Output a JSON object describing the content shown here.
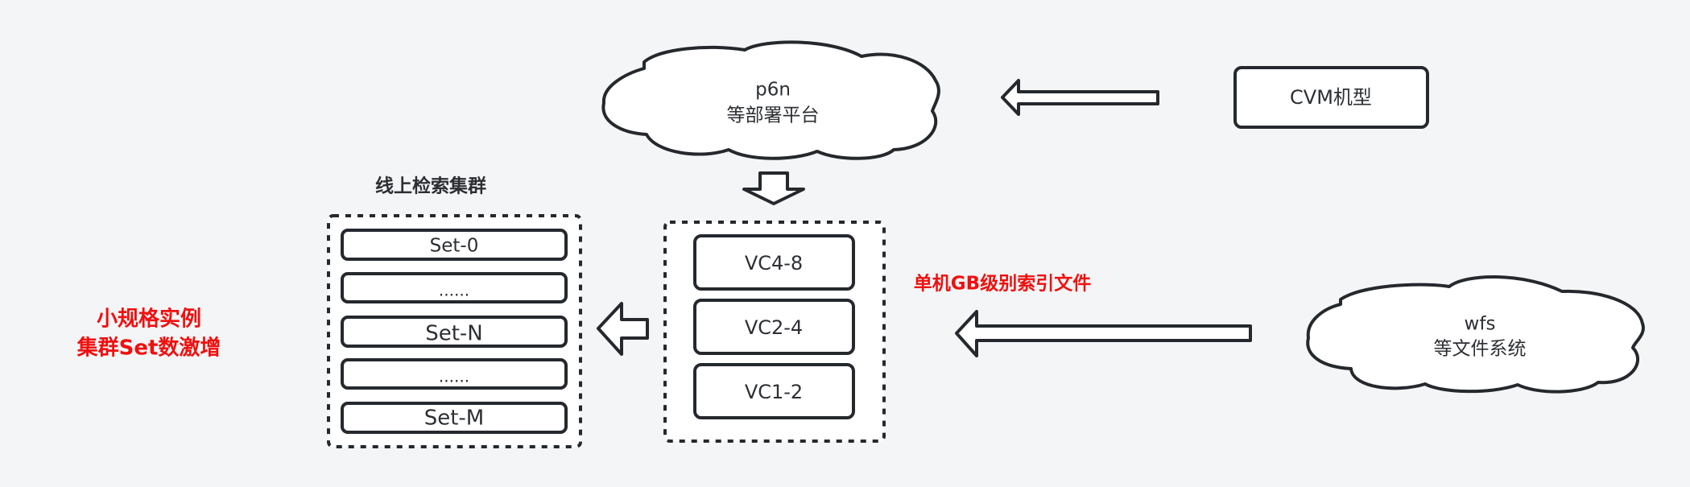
{
  "colors": {
    "background": "#f4f5f6",
    "stroke": "#25292e",
    "text": "#2c2f33",
    "highlight": "#f01010",
    "fill": "#ffffff"
  },
  "deploy_platform": {
    "shape": "cloud",
    "line1": "p6n",
    "line2": "等部署平台"
  },
  "machine_type": {
    "label": "CVM机型"
  },
  "search_cluster": {
    "title": "线上检索集群",
    "sets": [
      "Set-0",
      "......",
      "Set-N",
      "......",
      "Set-M"
    ]
  },
  "vc_group": {
    "items": [
      "VC4-8",
      "VC2-4",
      "VC1-2"
    ]
  },
  "index_file_label": "单机GB级别索引文件",
  "file_system": {
    "shape": "cloud",
    "line1": "wfs",
    "line2": "等文件系统"
  },
  "problem_note": {
    "line1": "小规格实例",
    "line2": "集群Set数激增"
  },
  "arrows": [
    {
      "from": "machine_type",
      "to": "deploy_platform",
      "direction": "left"
    },
    {
      "from": "deploy_platform",
      "to": "vc_group",
      "direction": "down"
    },
    {
      "from": "vc_group",
      "to": "search_cluster",
      "direction": "left"
    },
    {
      "from": "file_system",
      "to": "vc_group",
      "direction": "left",
      "label": "单机GB级别索引文件"
    }
  ]
}
